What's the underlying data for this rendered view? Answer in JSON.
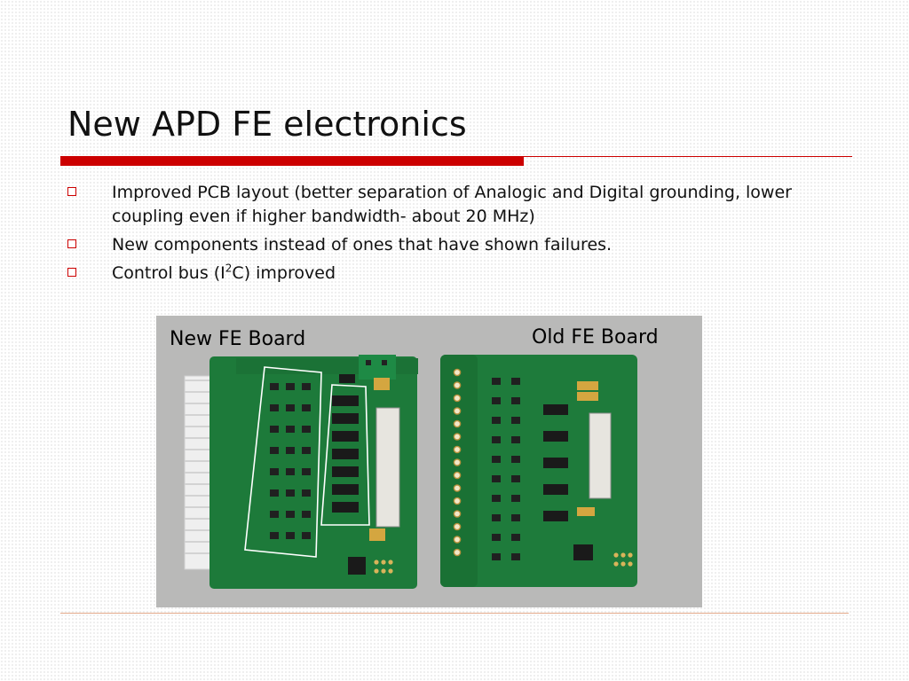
{
  "slide": {
    "title": "New APD FE electronics",
    "accent_color": "#cc0000",
    "bullet_icon": "hollow-square-icon",
    "bullets": [
      {
        "text": "Improved PCB layout (better separation of  Analogic and Digital grounding, lower coupling even if higher bandwidth- about 20 MHz)"
      },
      {
        "text": "New components  instead of ones that have shown failures."
      },
      {
        "pre": "Control bus (I",
        "sup": "2",
        "post": "C) improved"
      }
    ]
  },
  "photo": {
    "label_new": "New FE Board",
    "label_old": "Old FE Board",
    "background_color": "#b9b9b8",
    "board_color": "#1d7a3a"
  }
}
